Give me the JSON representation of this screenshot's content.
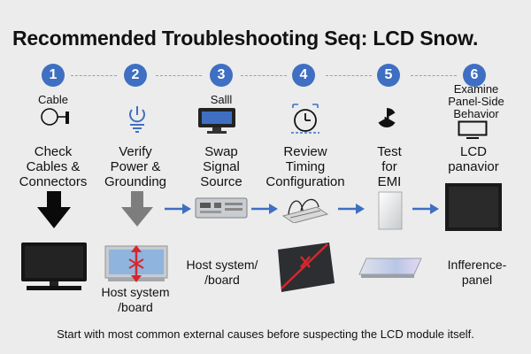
{
  "title": "Recommended Troubleshooting Seq: LCD Snow.",
  "steps": [
    {
      "number": "1",
      "icon_label": "Cable",
      "label_lines": [
        "Check",
        "Cables &",
        "Connectors"
      ]
    },
    {
      "number": "2",
      "icon_label": "",
      "label_lines": [
        "Verify",
        "Power &",
        "Grounding"
      ]
    },
    {
      "number": "3",
      "icon_label": "Salll",
      "label_lines": [
        "Swap",
        "Signal",
        "Source"
      ]
    },
    {
      "number": "4",
      "icon_label": "",
      "label_lines": [
        "Review",
        "Timing",
        "Configuration"
      ]
    },
    {
      "number": "5",
      "icon_label": "",
      "label_lines": [
        "Test",
        "for",
        "EMI"
      ]
    },
    {
      "number": "6",
      "icon_label_lines": [
        "Examine",
        "Panel-Side",
        "Behavior"
      ],
      "label_lines": [
        "LCD",
        "panavior"
      ]
    }
  ],
  "captions": {
    "host_system_2": [
      "Host system",
      "/board"
    ],
    "host_system_3": [
      "Host system/",
      "/board"
    ],
    "inference_panel": [
      "Infference-",
      "panel"
    ]
  },
  "footer": "Start with most common external causes before suspecting the LCD module itself.",
  "colors": {
    "accent": "#3f6fc2",
    "error_red": "#d7262c",
    "background": "#ececec"
  },
  "icons": [
    "cable-icon",
    "power-ground-icon",
    "monitor-icon",
    "clock-gear-icon",
    "radiation-icon",
    "lcd-icon"
  ]
}
